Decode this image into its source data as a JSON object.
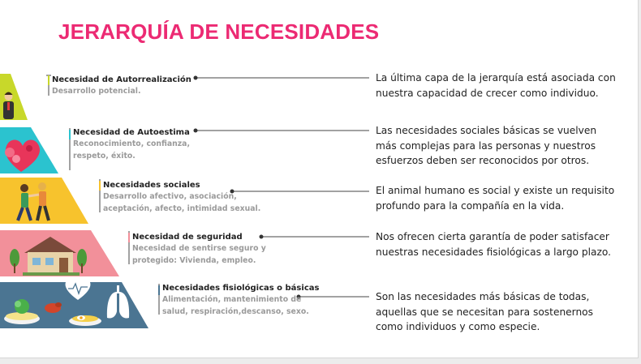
{
  "title": "JERARQUÍA DE NECESIDADES",
  "colors": {
    "title": "#ec2a73",
    "level1": "#c8d82a",
    "level2": "#2bc3cf",
    "level3": "#f7c32d",
    "level4": "#f2909a",
    "level5": "#4b7592"
  },
  "levels": [
    {
      "name": "Necesidad de Autorrealización",
      "subtitle": [
        "Desarrollo potencial."
      ],
      "description": [
        "La última capa de la jerarquía está asociada con",
        "nuestra capacidad de crecer como individuo."
      ],
      "icon": "businessman-icon"
    },
    {
      "name": "Necesidad de Autoestima",
      "subtitle": [
        "Reconocimiento, confianza,",
        "respeto, éxito."
      ],
      "description": [
        "Las necesidades sociales básicas se vuelven",
        "más complejas para las personas y nuestros",
        "esfuerzos deben ser reconocidos por otros."
      ],
      "icon": "heart-icon"
    },
    {
      "name": "Necesidades sociales",
      "subtitle": [
        "Desarrollo afectivo, asociación,",
        "aceptación, afecto, intimidad sexual."
      ],
      "description": [
        "El animal humano es social y existe un requisito",
        "profundo para la compañía en la vida."
      ],
      "icon": "friends-icon"
    },
    {
      "name": "Necesidad de seguridad",
      "subtitle": [
        "Necesidad de sentirse seguro y",
        "protegido: Vivienda, empleo."
      ],
      "description": [
        "Nos ofrecen cierta garantía de poder satisfacer",
        "nuestras necesidades fisiológicas a largo plazo."
      ],
      "icon": "house-icon"
    },
    {
      "name": "Necesidades fisiológicas o básicas",
      "subtitle": [
        "Alimentación, mantenimiento de",
        "salud, respiración,descanso, sexo."
      ],
      "description": [
        "Son las necesidades más básicas de todas,",
        "aquellas que se necesitan para sostenernos",
        "como individuos y como especie."
      ],
      "icon": "food-icon"
    }
  ]
}
